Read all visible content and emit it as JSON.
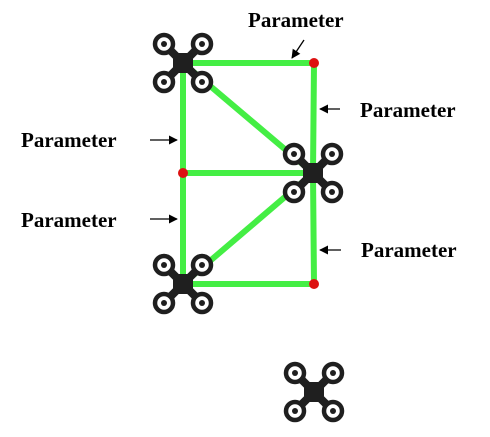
{
  "labels": {
    "top": "Parameter",
    "right_upper": "Parameter",
    "left_upper": "Parameter",
    "left_lower": "Parameter",
    "right_lower": "Parameter"
  },
  "colors": {
    "edge": "#44ee44",
    "node": "#dd1111",
    "drone_body": "#1f1f1f",
    "label": "#000000",
    "background": "#ffffff"
  },
  "icons": {
    "drone": "quadcopter-icon",
    "node": "red-dot-icon",
    "arrow": "arrow-icon"
  }
}
